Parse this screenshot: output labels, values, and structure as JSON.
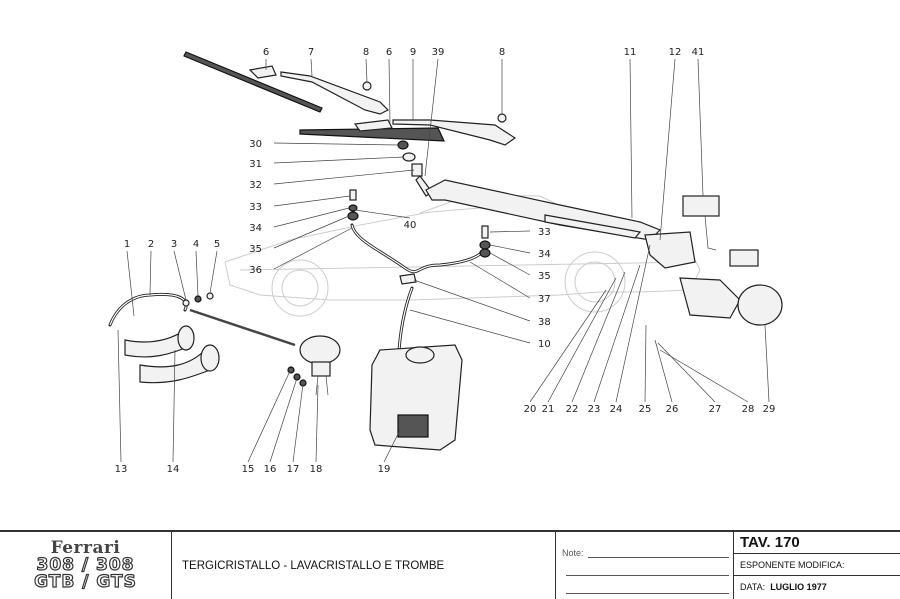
{
  "callouts": [
    "6",
    "7",
    "8",
    "6",
    "9",
    "39",
    "8",
    "11",
    "12",
    "41",
    "30",
    "31",
    "32",
    "33",
    "34",
    "35",
    "36",
    "40",
    "33",
    "34",
    "35",
    "37",
    "38",
    "10",
    "1",
    "2",
    "3",
    "4",
    "5",
    "13",
    "14",
    "15",
    "16",
    "17",
    "18",
    "19",
    "20",
    "21",
    "22",
    "23",
    "24",
    "25",
    "26",
    "27",
    "28",
    "29"
  ],
  "title_block": {
    "brand": "Ferrari",
    "model_top": "308 / 308",
    "model_bottom": "GTB / GTS",
    "title": "TERGICRISTALLO - LAVACRISTALLO E TROMBE",
    "note_label": "Note:",
    "table_label": "TAV. 170",
    "revision_label": "ESPONENTE MODIFICA:",
    "date_label": "DATA:",
    "date_value": "LUGLIO  1977"
  }
}
